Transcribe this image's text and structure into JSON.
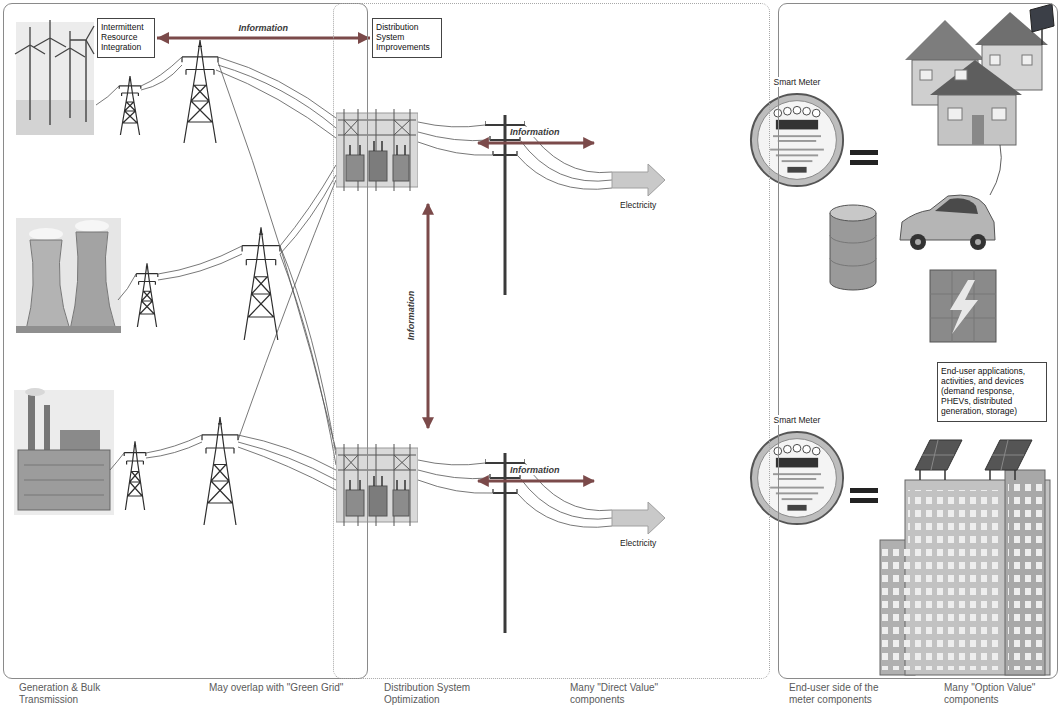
{
  "diagram": {
    "nodes": [
      {
        "text": [
          "Generation & Bulk Transmission",
          "May overlap with \"Green Grid\""
        ]
      },
      {
        "text": [
          "Intermittent Resource Integration"
        ],
        "in": 0
      },
      {
        "text": [
          "Distribution System Optimization",
          "Many \"Direct Value\" components"
        ]
      },
      {
        "text": [
          "Distribution System Improvements"
        ],
        "in": 2
      },
      {
        "text": [
          "End-user side of the meter components",
          "Many \"Option Value\" components"
        ]
      },
      {
        "text": [
          "End-user applications, activities, and devices (demand response, PHEVs, distributed generation, storage)"
        ],
        "in": 4
      }
    ],
    "edges": [
      {
        "from": 1,
        "to": 3,
        "label": "Information",
        "arrow": "both"
      }
    ],
    "labels": [
      "Information",
      "Information",
      "Smart Meter",
      "Electricity",
      "Information",
      "Smart Meter",
      "Electricity"
    ]
  }
}
